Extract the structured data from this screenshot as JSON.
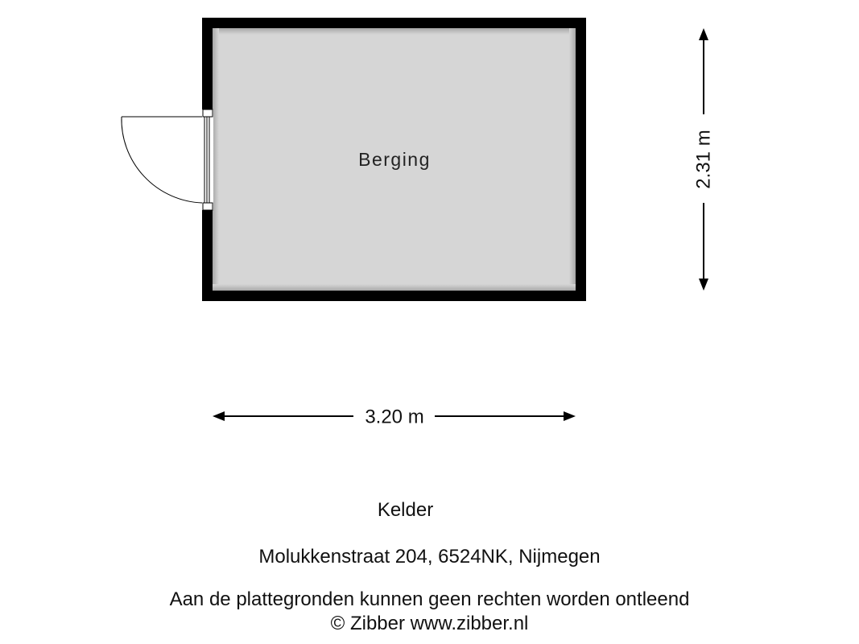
{
  "plan": {
    "room_name": "Berging",
    "width_label": "3.20 m",
    "height_label": "2.31 m",
    "colors": {
      "wall": "#000000",
      "floor": "#d6d6d6",
      "floor_shadow": "#bdbdbd",
      "lines": "#000000"
    }
  },
  "footer": {
    "floor_name": "Kelder",
    "address": "Molukkenstraat 204, 6524NK, Nijmegen",
    "disclaimer": "Aan de plattegronden kunnen geen rechten worden ontleend",
    "copyright": "© Zibber www.zibber.nl"
  }
}
